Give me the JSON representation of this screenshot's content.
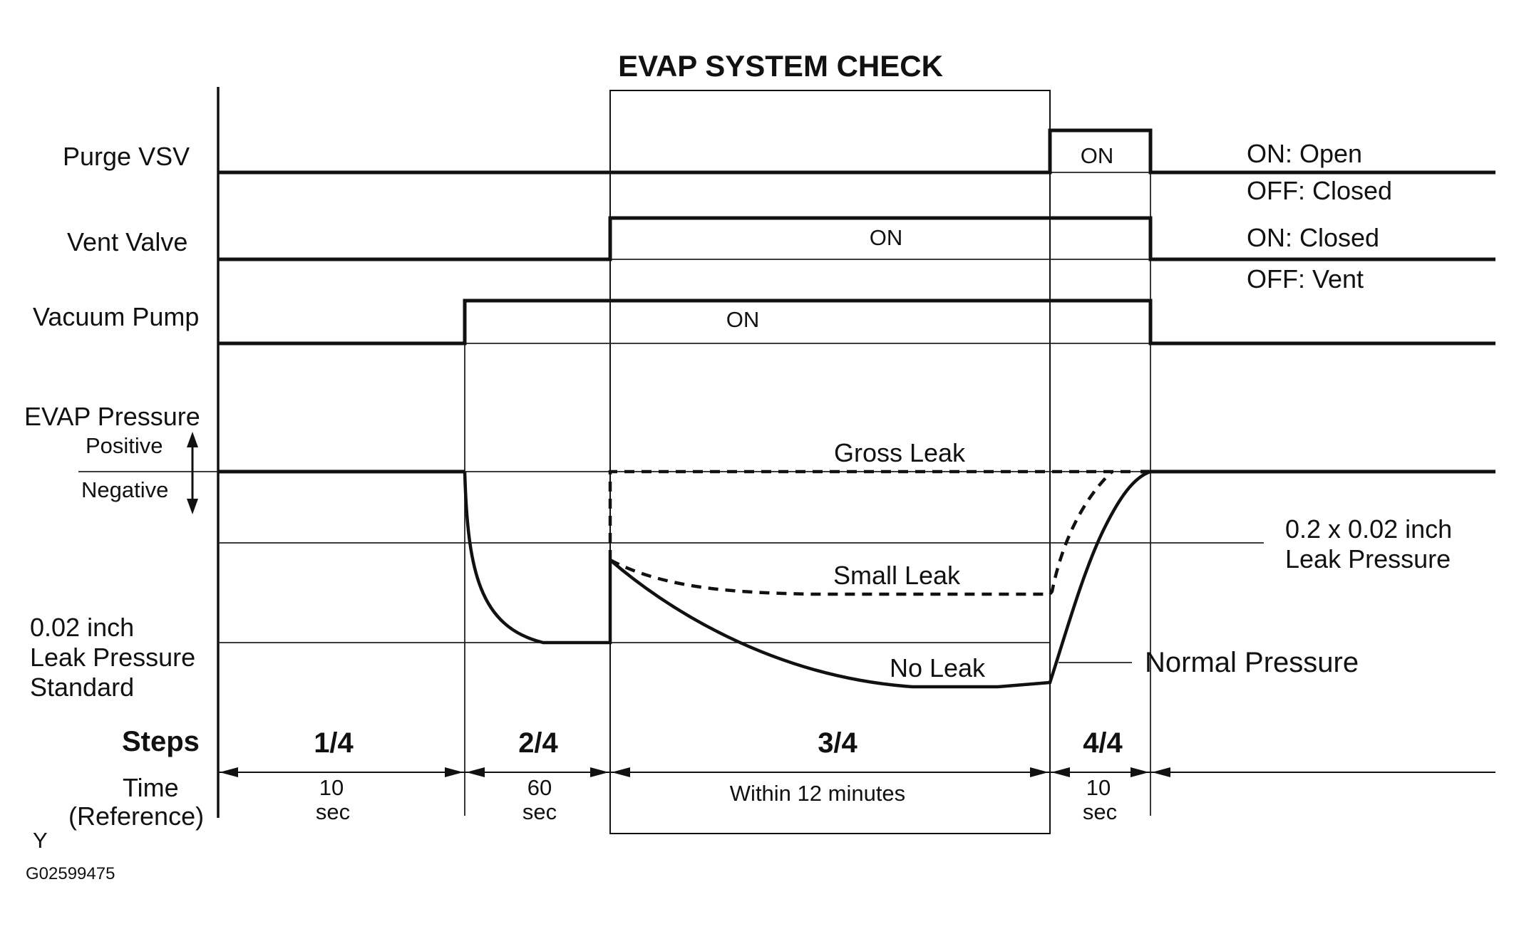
{
  "title": "EVAP SYSTEM CHECK",
  "signals": {
    "purge_vsv": {
      "label": "Purge VSV",
      "on_text": "ON",
      "on_note": "ON: Open",
      "off_note": "OFF: Closed"
    },
    "vent_valve": {
      "label": "Vent Valve",
      "on_text": "ON",
      "on_note": "ON: Closed",
      "off_note": "OFF: Vent"
    },
    "vacuum_pump": {
      "label": "Vacuum Pump",
      "on_text": "ON"
    }
  },
  "pressure": {
    "label": "EVAP Pressure",
    "positive": "Positive",
    "negative": "Negative",
    "gross_leak": "Gross Leak",
    "small_leak": "Small Leak",
    "no_leak": "No Leak",
    "ref_leak_line1": "0.2 x 0.02 inch",
    "ref_leak_line2": "Leak Pressure",
    "normal_pressure": "Normal Pressure",
    "std_line1": "0.02 inch",
    "std_line2": "Leak Pressure",
    "std_line3": "Standard"
  },
  "steps": {
    "label": "Steps",
    "time_label_1": "Time",
    "time_label_2": "(Reference)",
    "items": [
      {
        "step": "1/4",
        "time_1": "10",
        "time_2": "sec"
      },
      {
        "step": "2/4",
        "time_1": "60",
        "time_2": "sec"
      },
      {
        "step": "3/4",
        "time_1": "Within 12 minutes",
        "time_2": ""
      },
      {
        "step": "4/4",
        "time_1": "10",
        "time_2": "sec"
      }
    ]
  },
  "corner_mark": "Y",
  "figure_code": "G02599475"
}
